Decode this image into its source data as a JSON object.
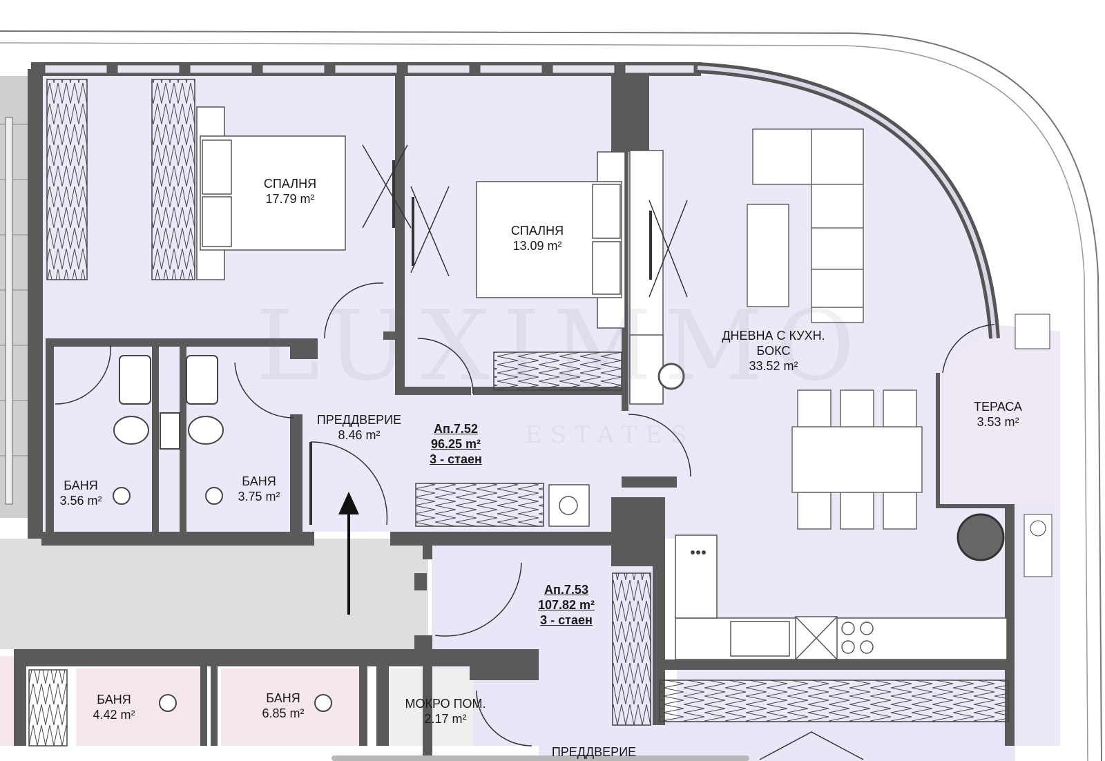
{
  "rooms": {
    "bedroom1": {
      "name": "СПАЛНЯ",
      "area": "17.79 m²"
    },
    "bedroom2": {
      "name": "СПАЛНЯ",
      "area": "13.09 m²"
    },
    "living": {
      "name_line1": "ДНЕВНА С КУХН.",
      "name_line2": "БОКС",
      "area": "33.52 m²"
    },
    "terrace": {
      "name": "ТЕРАСА",
      "area": "3.53 m²"
    },
    "hall": {
      "name": "ПРЕДДВЕРИЕ",
      "area": "8.46 m²"
    },
    "bath1": {
      "name": "БАНЯ",
      "area": "3.56 m²"
    },
    "bath2": {
      "name": "БАНЯ",
      "area": "3.75 m²"
    },
    "bath3": {
      "name": "БАНЯ",
      "area": "4.42 m²"
    },
    "bath4": {
      "name": "БАНЯ",
      "area": "6.85 m²"
    },
    "wet_room": {
      "name": "МОКРО ПОМ.",
      "area": "2.17 m²"
    },
    "hall2": {
      "name": "ПРЕДДВЕРИЕ"
    }
  },
  "apartments": [
    {
      "id": "Ап.7.52",
      "area": "96.25 m²",
      "type": "3 - стаен"
    },
    {
      "id": "Ап.7.53",
      "area": "107.82 m²",
      "type": "3 - стаен"
    }
  ],
  "watermark": {
    "brand": "LUXIMMO",
    "tagline": "ESTATES"
  },
  "colors": {
    "apt752_fill": "#ece8f7",
    "apt753_fill": "#e7e7f7",
    "bathroom_pink": "#f6e6ee",
    "corridor": "#dedede",
    "wall": "#555555"
  }
}
